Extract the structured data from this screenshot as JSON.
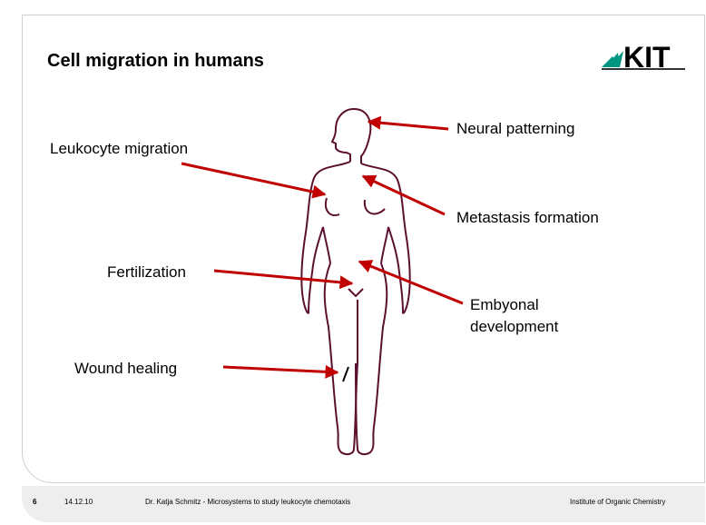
{
  "slide": {
    "title": "Cell migration in humans",
    "logo_text": "KIT"
  },
  "labels": {
    "neural": "Neural patterning",
    "leukocyte": "Leukocyte migration",
    "metastasis": "Metastasis formation",
    "fertilization": "Fertilization",
    "embryonal_line1": "Embyonal",
    "embryonal_line2": "development",
    "wound": "Wound healing"
  },
  "footer": {
    "page_number": "6",
    "date": "14.12.10",
    "author_talk": "Dr. Katja Schmitz - Microsystems to study leukocyte chemotaxis",
    "institute": "Institute of Organic Chemistry"
  },
  "colors": {
    "arrow": "#c00000",
    "body_outline": "#5c1030",
    "logo_green": "#009682"
  }
}
